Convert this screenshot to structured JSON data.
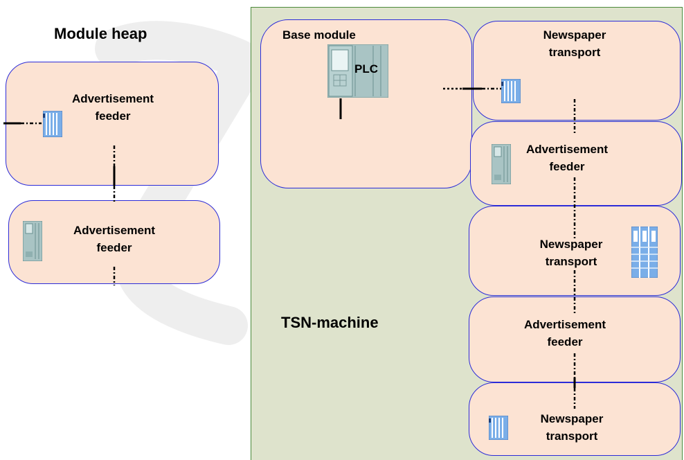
{
  "module_heap": {
    "title": "Module heap"
  },
  "module_heap_items": [
    {
      "line1": "Advertisement",
      "line2": "feeder"
    },
    {
      "line1": "Advertisement",
      "line2": "feeder"
    }
  ],
  "tsn_machine": {
    "label": "TSN-machine",
    "base_module": {
      "label": "Base module",
      "plc_label": "PLC"
    },
    "chain": [
      {
        "line1": "Newspaper",
        "line2": "transport"
      },
      {
        "line1": "Advertisement",
        "line2": "feeder"
      },
      {
        "line1": "Newspaper",
        "line2": "transport"
      },
      {
        "line1": "Advertisement",
        "line2": "feeder"
      },
      {
        "line1": "Newspaper",
        "line2": "transport"
      }
    ]
  },
  "colors": {
    "module_fill": "#fce3d3",
    "module_border": "#2b2bd8",
    "machine_background": "#dee3cc",
    "machine_border": "#4a8a3a"
  },
  "icons": [
    "io-module-icon",
    "plc-icon",
    "multi-io-module-icon"
  ]
}
